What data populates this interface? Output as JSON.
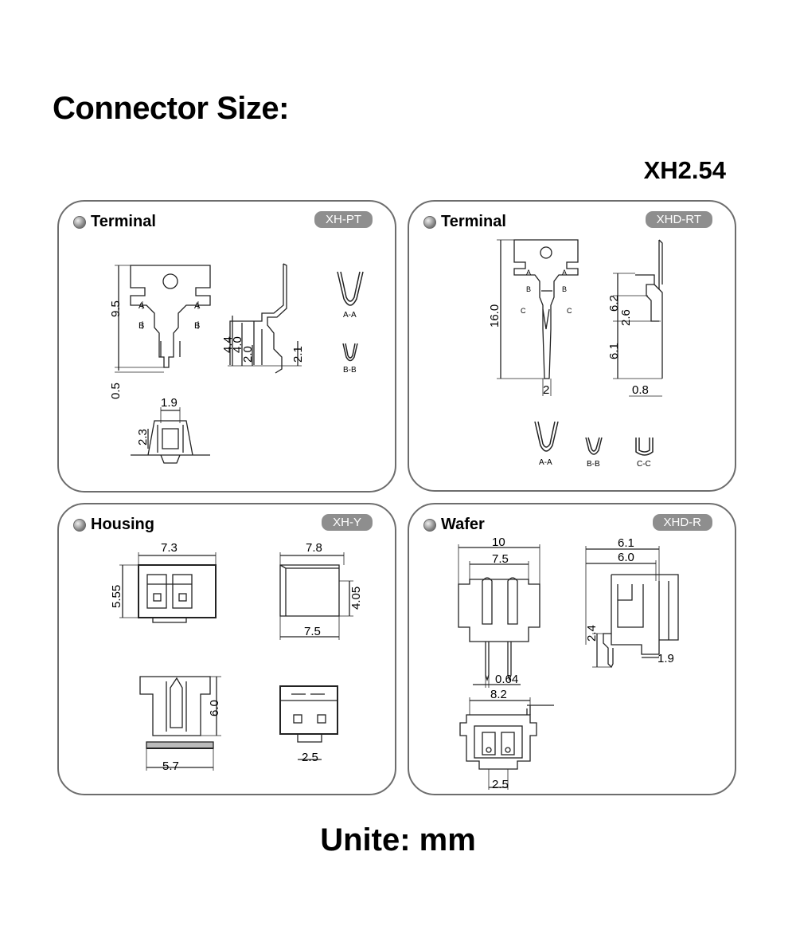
{
  "title": "Connector Size:",
  "model": "XH2.54",
  "unit_label": "Unite: mm",
  "panels": {
    "terminal1": {
      "title": "Terminal",
      "badge": "XH-PT",
      "dims": {
        "h95": "9.5",
        "h05": "0.5",
        "w19": "1.9",
        "h23": "2.3",
        "h44": "4.4",
        "h40": "4.0",
        "h20": "2.0",
        "h21": "2.1"
      },
      "labels": {
        "a": "A",
        "b": "B",
        "aa": "A-A",
        "bb": "B-B"
      }
    },
    "terminal2": {
      "title": "Terminal",
      "badge": "XHD-RT",
      "dims": {
        "h160": "16.0",
        "w2": "2",
        "h62": "6.2",
        "h26": "2.6",
        "h61": "6.1",
        "w08": "0.8"
      },
      "labels": {
        "a": "A",
        "b": "B",
        "c": "C",
        "aa": "A-A",
        "bb": "B-B",
        "cc": "C-C"
      }
    },
    "housing": {
      "title": "Housing",
      "badge": "XH-Y",
      "dims": {
        "w73": "7.3",
        "h555": "5.55",
        "w78": "7.8",
        "h405": "4.05",
        "w75": "7.5",
        "h60": "6.0",
        "w57": "5.7",
        "w25": "2.5"
      }
    },
    "wafer": {
      "title": "Wafer",
      "badge": "XHD-R",
      "dims": {
        "w10": "10",
        "w75": "7.5",
        "w61": "6.1",
        "w60": "6.0",
        "h24": "2.4",
        "w19": "1.9",
        "w064": "0.64",
        "w82": "8.2",
        "w25": "2.5"
      }
    }
  }
}
